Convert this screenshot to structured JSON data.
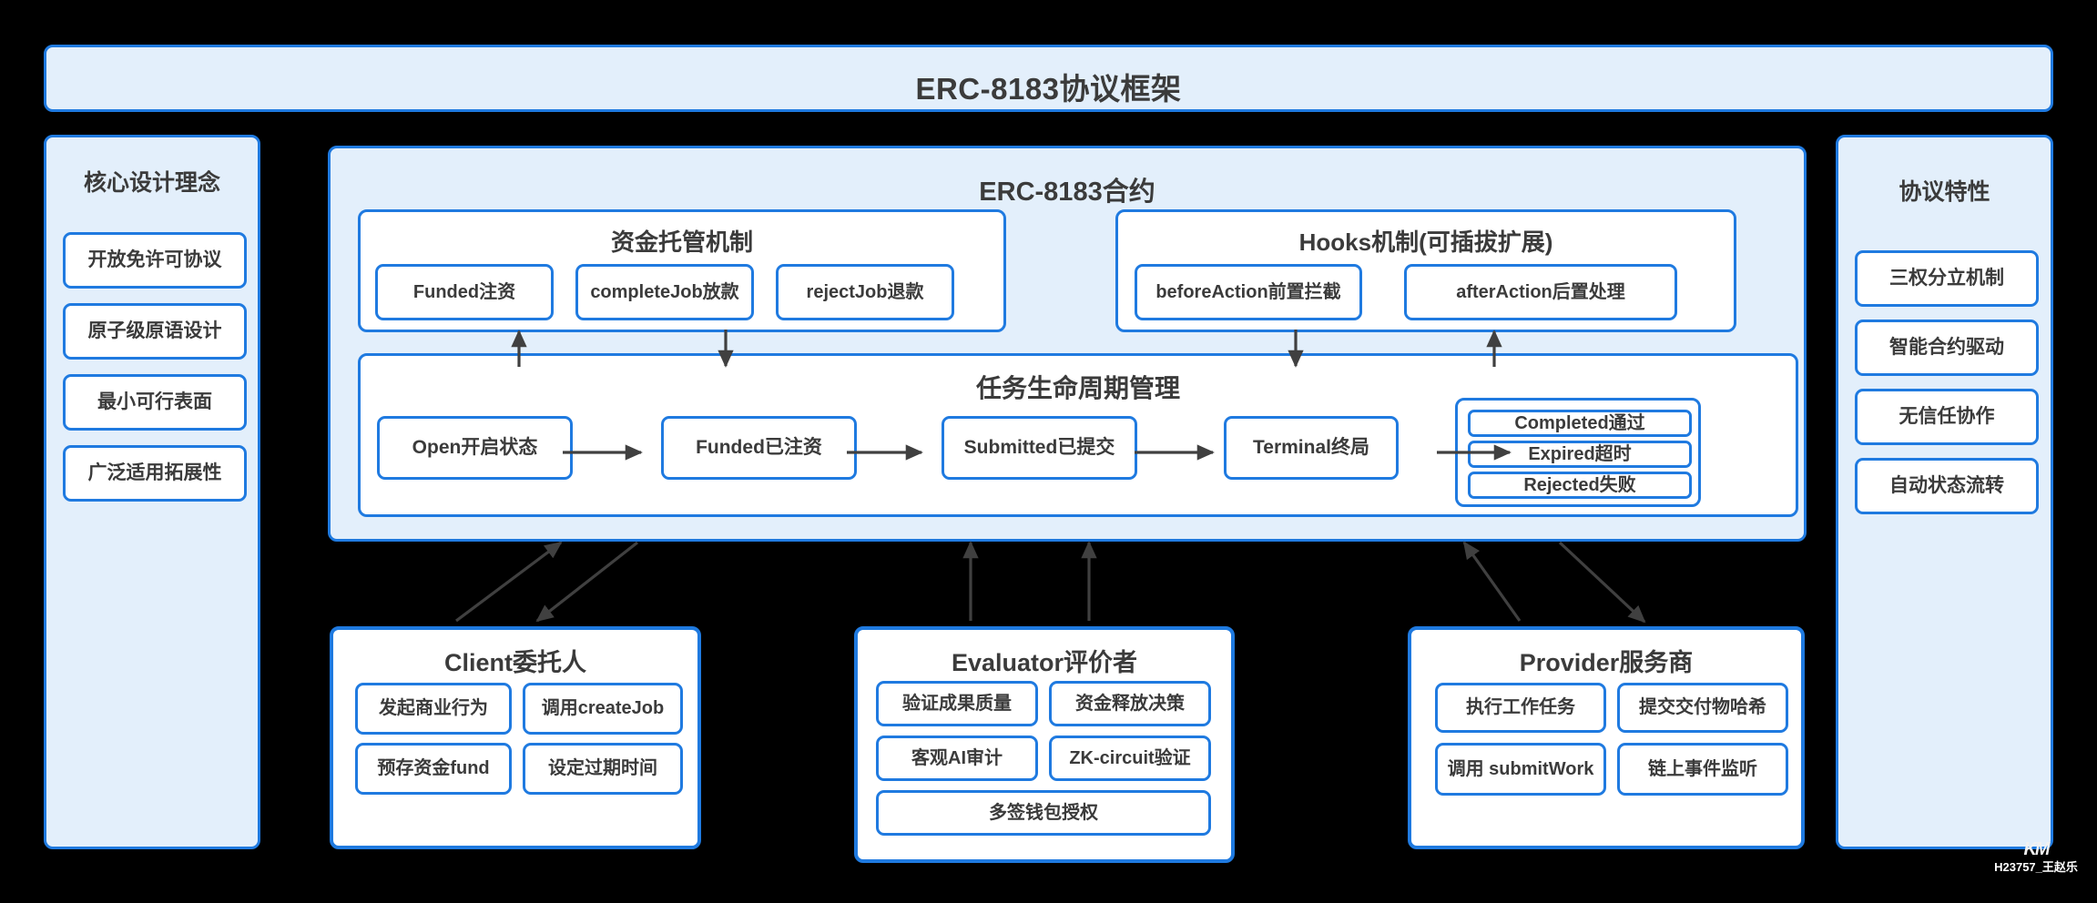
{
  "title": "ERC-8183协议框架",
  "left_panel": {
    "header": "核心设计理念",
    "items": [
      {
        "label": "开放免许可协议"
      },
      {
        "label": "原子级原语设计"
      },
      {
        "label": "最小可行表面"
      },
      {
        "label": "广泛适用拓展性"
      }
    ]
  },
  "right_panel": {
    "header": "协议特性",
    "items": [
      {
        "label": "三权分立机制"
      },
      {
        "label": "智能合约驱动"
      },
      {
        "label": "无信任协作"
      },
      {
        "label": "自动状态流转"
      }
    ]
  },
  "contract": {
    "header": "ERC-8183合约",
    "escrow": {
      "header": "资金托管机制",
      "items": [
        {
          "label": "Funded注资"
        },
        {
          "label": "completeJob放款"
        },
        {
          "label": "rejectJob退款"
        }
      ]
    },
    "hooks": {
      "header": "Hooks机制(可插拔扩展)",
      "items": [
        {
          "label": "beforeAction前置拦截"
        },
        {
          "label": "afterAction后置处理"
        }
      ]
    },
    "lifecycle": {
      "header": "任务生命周期管理",
      "states": [
        {
          "label": "Open开启状态"
        },
        {
          "label": "Funded已注资"
        },
        {
          "label": "Submitted已提交"
        },
        {
          "label": "Terminal终局"
        }
      ],
      "terminal_outcomes": [
        {
          "label": "Completed通过"
        },
        {
          "label": "Expired超时"
        },
        {
          "label": "Rejected失败"
        }
      ]
    }
  },
  "actors": [
    {
      "header": "Client委托人",
      "items": [
        {
          "label": "发起商业行为"
        },
        {
          "label": "调用createJob"
        },
        {
          "label": "预存资金fund"
        },
        {
          "label": "设定过期时间"
        }
      ]
    },
    {
      "header": "Evaluator评价者",
      "items": [
        {
          "label": "验证成果质量"
        },
        {
          "label": "资金释放决策"
        },
        {
          "label": "客观AI审计"
        },
        {
          "label": "ZK-circuit验证"
        },
        {
          "label": "多签钱包授权"
        }
      ]
    },
    {
      "header": "Provider服务商",
      "items": [
        {
          "label": "执行工作任务"
        },
        {
          "label": "提交交付物哈希"
        },
        {
          "label": "调用 submitWork"
        },
        {
          "label": "链上事件监听"
        }
      ]
    }
  ],
  "watermark": {
    "logo": "KM",
    "text": "H23757_王赵乐"
  },
  "colors": {
    "accent_border": "#1f7ae0",
    "panel_fill": "#e3effb",
    "box_fill": "#ffffff",
    "arrow": "#404040",
    "background": "#000000",
    "text": "#3b3b3b"
  }
}
